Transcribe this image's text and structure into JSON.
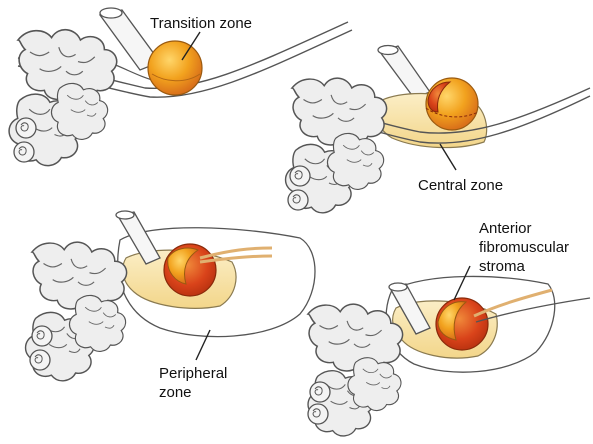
{
  "labels": {
    "transition": "Transition zone",
    "central": "Central zone",
    "anterior_lines": [
      "Anterior",
      "fibromuscular",
      "stroma"
    ],
    "peripheral_lines": [
      "Peripheral",
      "zone"
    ]
  },
  "colors": {
    "gland_orange": "#f2a21e",
    "gland_red": "#d9431a",
    "central_zone_fill": "#f7e2a8",
    "outline": "#555555",
    "seminal_vesicle": "#eeeeee",
    "duct_tan": "#e0b070"
  },
  "panels": [
    {
      "zone_shown": "transition"
    },
    {
      "zone_shown": "central"
    },
    {
      "zone_shown": "peripheral"
    },
    {
      "zone_shown": "anterior fibromuscular stroma"
    }
  ]
}
